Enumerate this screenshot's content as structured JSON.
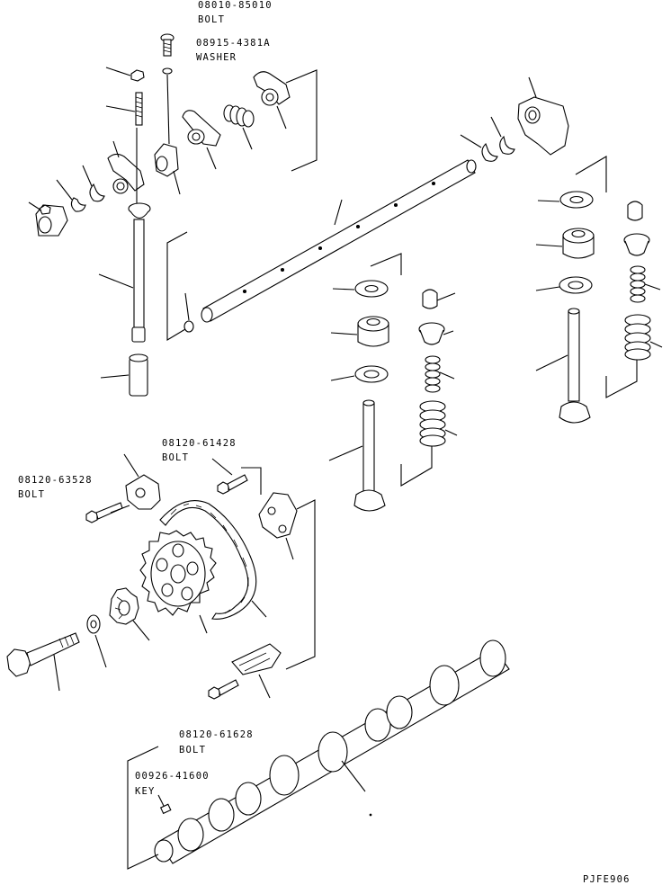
{
  "callouts": {
    "bolt_top": {
      "part_no": "08010-85010",
      "name": "BOLT"
    },
    "washer_top": {
      "part_no": "08915-4381A",
      "name": "WASHER"
    },
    "bolt_cam_sprocket": {
      "part_no": "08120-63528",
      "name": "BOLT"
    },
    "bolt_chain_guide_top": {
      "part_no": "08120-61428",
      "name": "BOLT"
    },
    "bolt_chain_guide_bottom": {
      "part_no": "08120-61628",
      "name": "BOLT"
    },
    "key": {
      "part_no": "00926-41600",
      "name": "KEY"
    }
  },
  "figure_code": "PJFE906"
}
